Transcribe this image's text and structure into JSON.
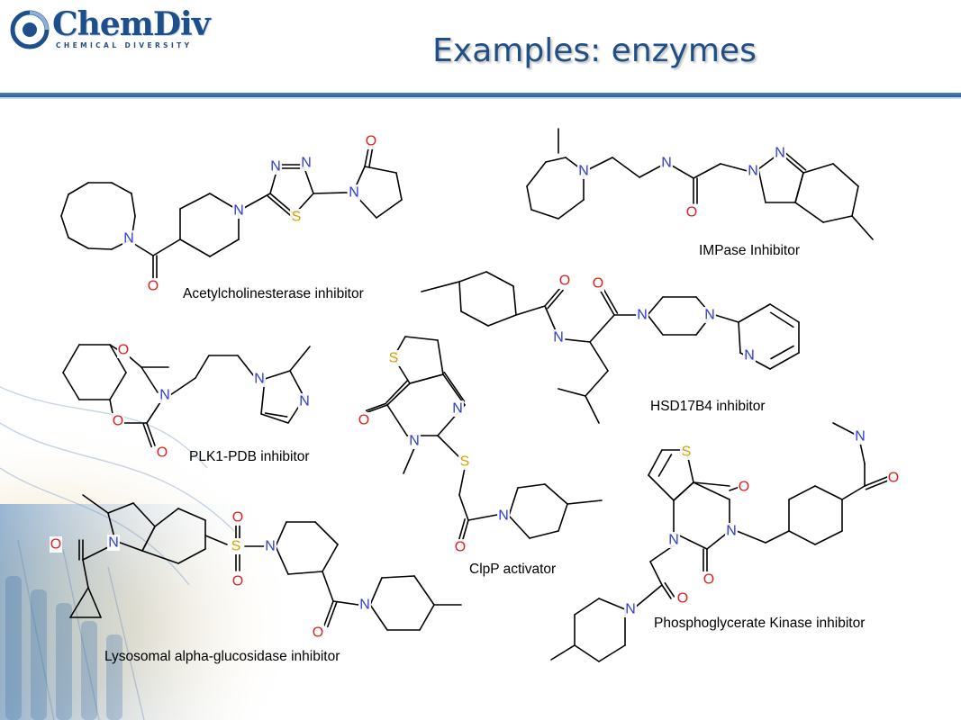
{
  "logo": {
    "name": "ChemDiv",
    "tagline": "CHEMICAL DIVERSITY"
  },
  "title": "Examples: enzymes",
  "colors": {
    "title": "#1f4f86",
    "nitrogen": "#2e3dd3",
    "oxygen": "#e02020",
    "sulfur": "#d4a300",
    "bond": "#000000",
    "rule": "#3a6ea8"
  },
  "molecules": [
    {
      "id": "m1",
      "caption": "Acetylcholinesterase inhibitor"
    },
    {
      "id": "m2",
      "caption": "IMPase Inhibitor"
    },
    {
      "id": "m3",
      "caption": "HSD17B4 inhibitor"
    },
    {
      "id": "m4",
      "caption": "PLK1-PDB inhibitor"
    },
    {
      "id": "m5",
      "caption": "ClpP activator"
    },
    {
      "id": "m6",
      "caption": "Phosphoglycerate Kinase inhibitor"
    },
    {
      "id": "m7",
      "caption": "Lysosomal alpha-glucosidase inhibitor"
    }
  ]
}
